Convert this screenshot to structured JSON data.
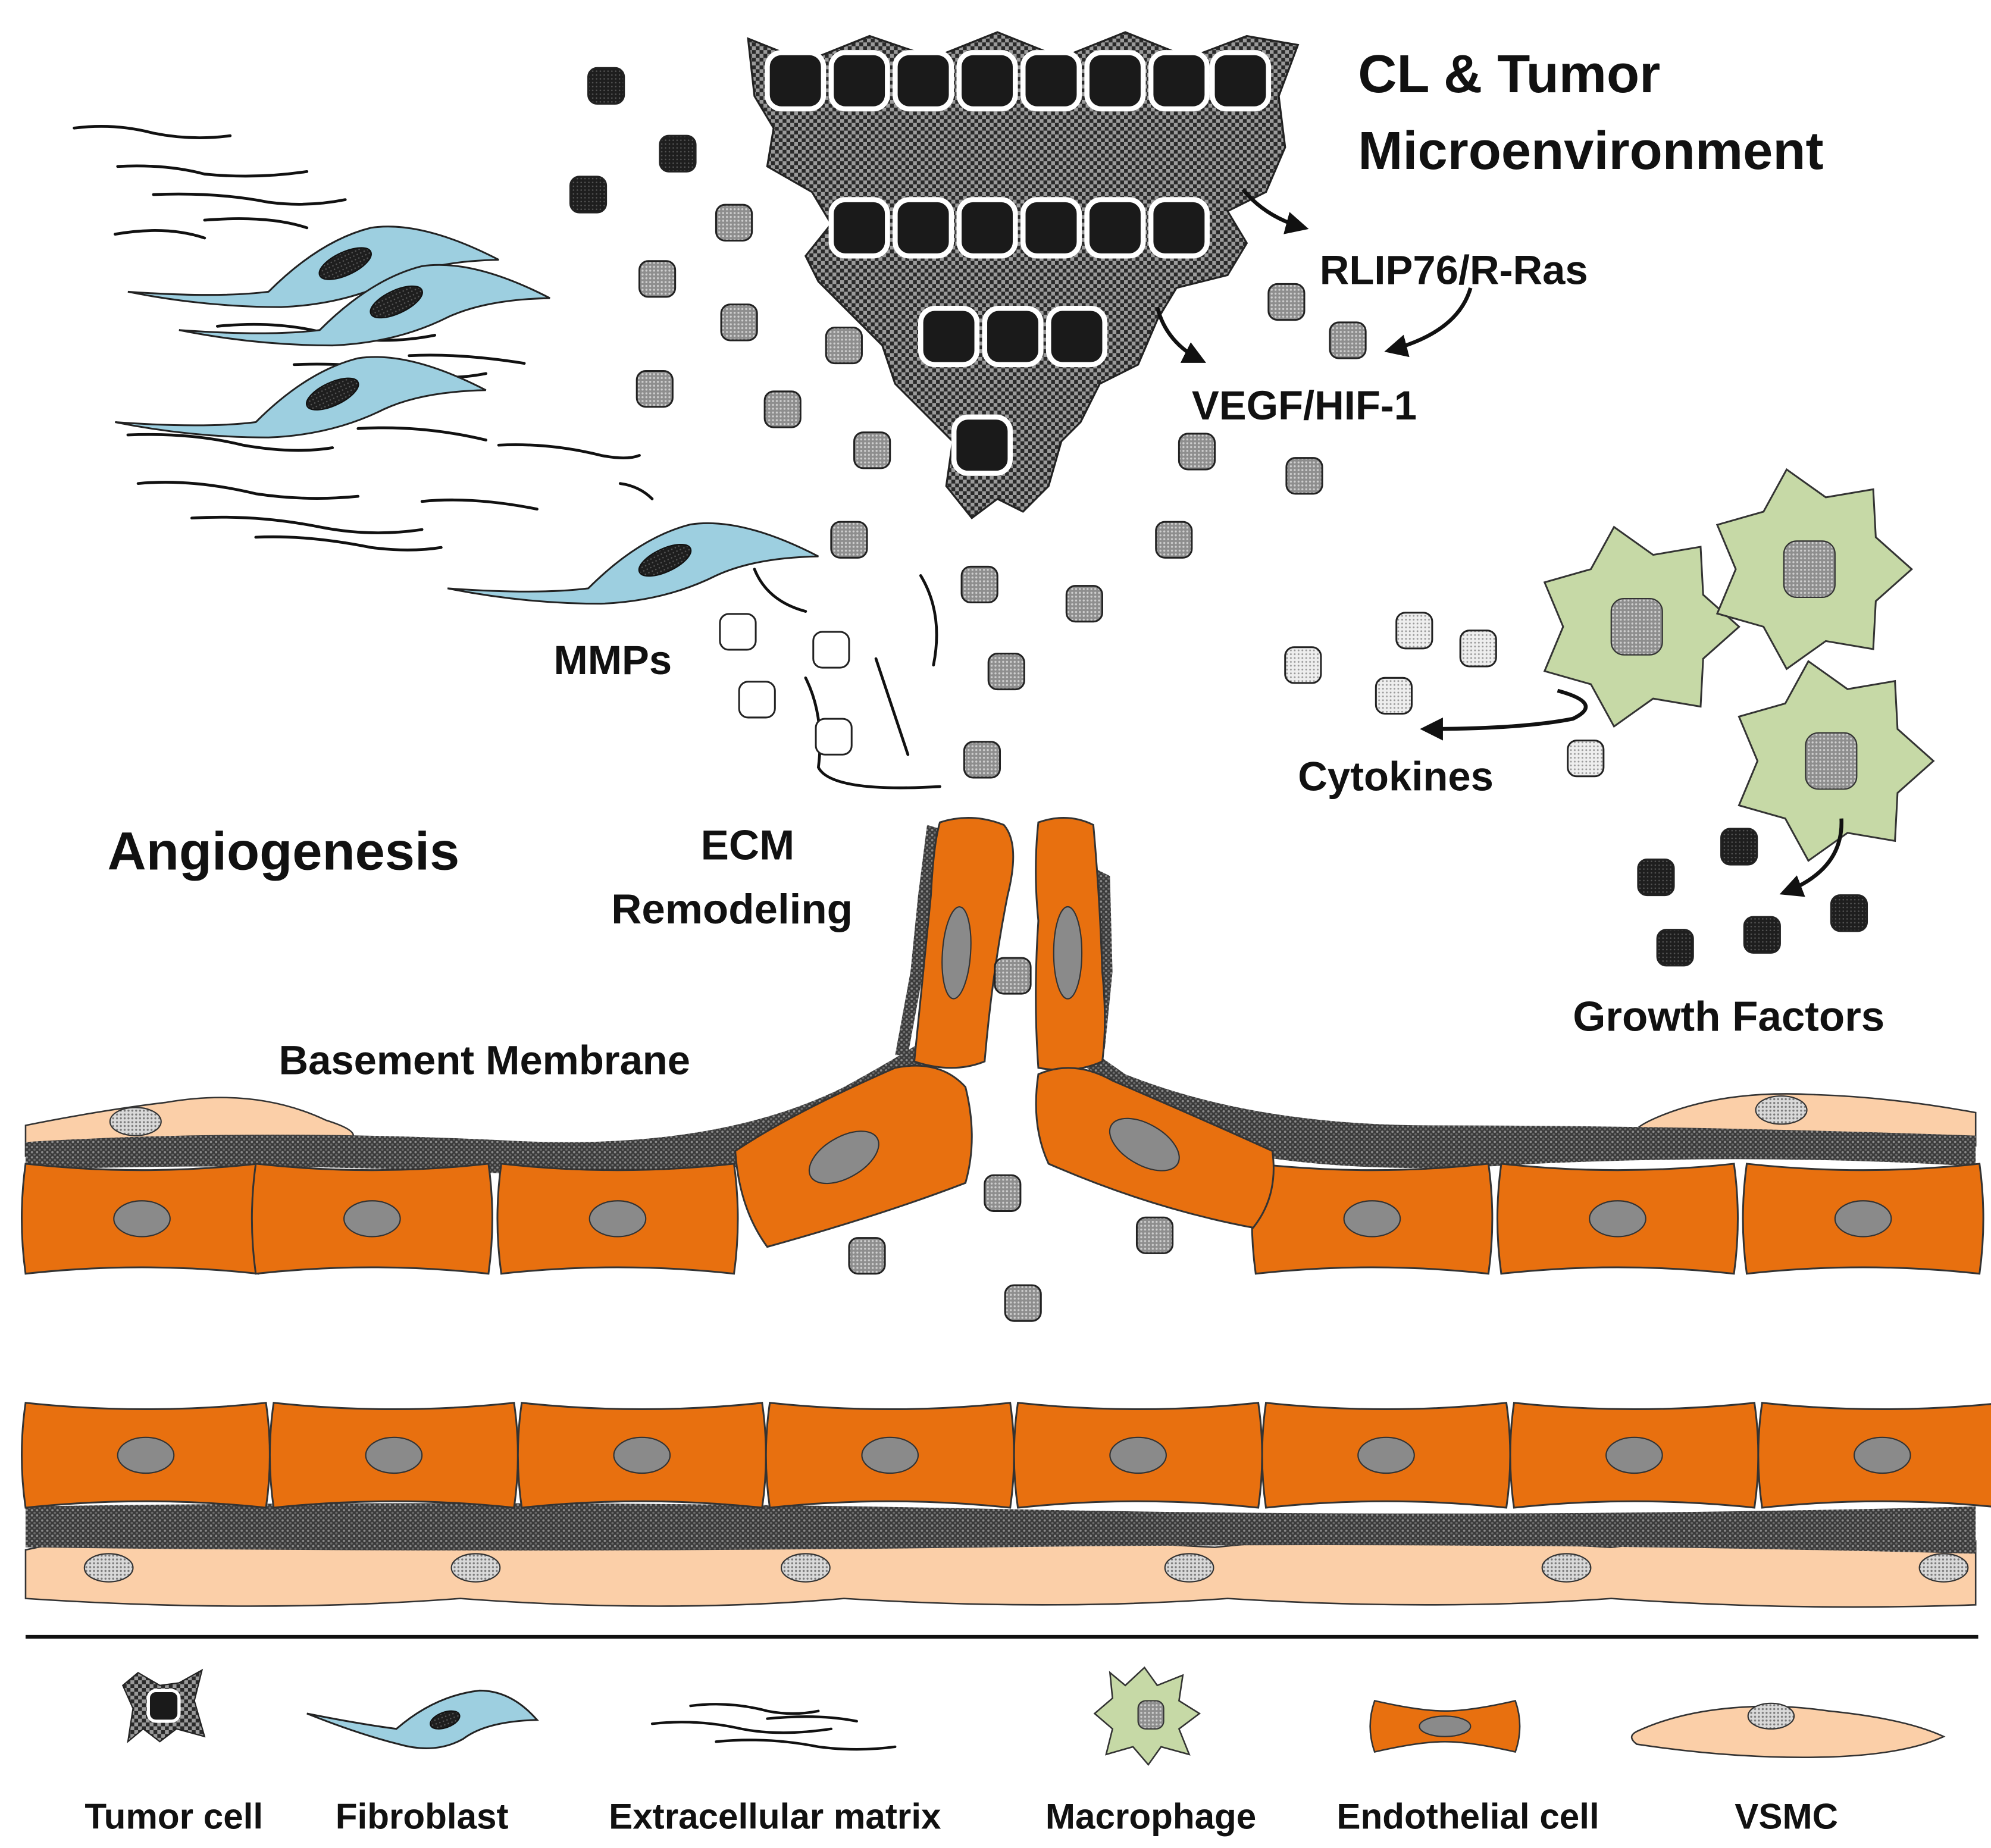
{
  "title": {
    "line1": "CL & Tumor",
    "line2": "Microenvironment"
  },
  "labels": {
    "rlip": "RLIP76/R-Ras",
    "vegf": "VEGF/HIF-1",
    "mmps": "MMPs",
    "cytokines": "Cytokines",
    "growth_factors": "Growth Factors",
    "angiogenesis": "Angiogenesis",
    "ecm_line1": "ECM",
    "ecm_line2": "Remodeling",
    "basement_membrane": "Basement Membrane"
  },
  "legend": [
    {
      "label": "Tumor cell",
      "icon": "tumor-cell-icon"
    },
    {
      "label": "Fibroblast",
      "icon": "fibroblast-icon"
    },
    {
      "label": "Extracellular matrix",
      "icon": "extracellular-matrix-icon"
    },
    {
      "label": "Macrophage",
      "icon": "macrophage-icon"
    },
    {
      "label": "Endothelial cell",
      "icon": "endothelial-cell-icon"
    },
    {
      "label": "VSMC",
      "icon": "vsmc-icon"
    }
  ],
  "colors": {
    "endothelial": "#E8700F",
    "fibroblast": "#9DCFE0",
    "macrophage": "#C6D9A6",
    "vsmc": "#FBCFA8",
    "basement_membrane": "#5A5A5A",
    "tumor": "#2B2B2B",
    "nucleus": "#8A8A8A"
  }
}
